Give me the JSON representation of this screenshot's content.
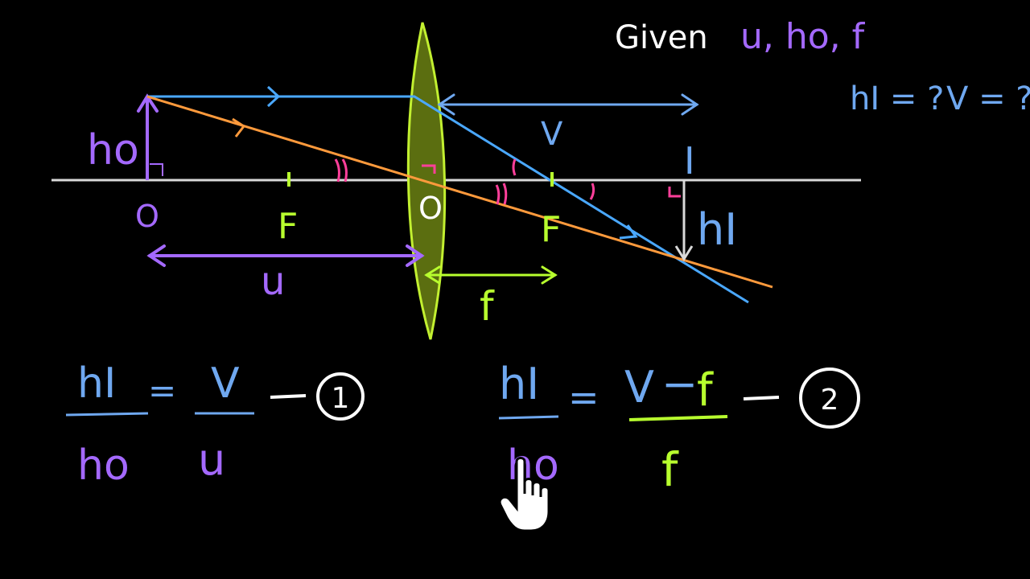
{
  "colors": {
    "background": "#000000",
    "axis": "#d9d9d9",
    "object": "#a469ff",
    "image": "#6fa8f0",
    "ray_parallel": "#4aa8ff",
    "ray_center": "#ff9a3c",
    "focal": "#b8ff2e",
    "lens_fill": "#5b6e10",
    "lens_edge": "#c2f030",
    "angle_mark": "#ff3f9a",
    "white": "#ffffff"
  },
  "given": {
    "label": "Given",
    "quantities": "u, ho, f",
    "unknown_h": "hI = ?",
    "unknown_v": "V = ?"
  },
  "diagram": {
    "object_height_label": "ho",
    "object_point_label": "O",
    "focus_left_label": "F",
    "optical_center_label": "O",
    "focus_right_label": "F",
    "image_point_label": "I",
    "image_height_label": "hI",
    "object_distance_label": "u",
    "image_distance_label": "V",
    "focal_length_label": "f"
  },
  "equations": {
    "eq1_lhs_num": "hI",
    "eq1_lhs_den": "ho",
    "eq1_equals": "=",
    "eq1_rhs_num": "V",
    "eq1_rhs_den": "u",
    "eq1_tag": "1",
    "eq2_lhs_num": "hI",
    "eq2_lhs_den": "ho",
    "eq2_equals": "=",
    "eq2_rhs_num_a": "V",
    "eq2_rhs_num_minus": "−",
    "eq2_rhs_num_b": "f",
    "eq2_rhs_den": "f",
    "eq2_tag": "2"
  },
  "icons": {
    "cursor": "hand-pointer-icon"
  }
}
